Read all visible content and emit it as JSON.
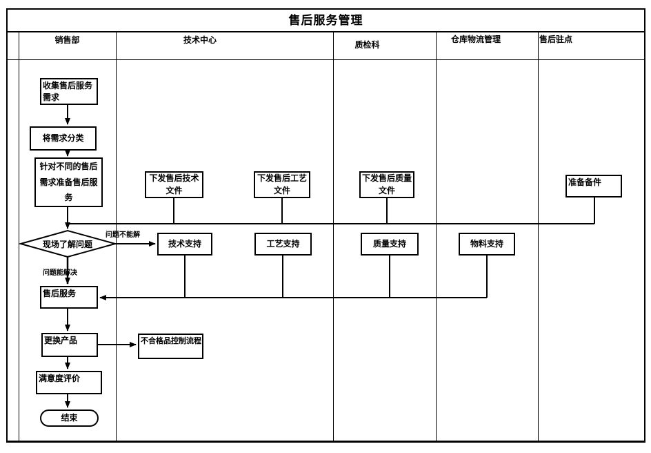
{
  "title": "售后服务管理",
  "lanes": [
    {
      "label": "销售部"
    },
    {
      "label": "技术中心"
    },
    {
      "label": "质检科"
    },
    {
      "label": "仓库物流管理"
    },
    {
      "label": "售后驻点"
    }
  ],
  "nodes": {
    "collect": "收集售后服务需求",
    "classify": "将需求分类",
    "prepare": "针对不同的售后需求准备售后服务",
    "issue_tech": "下发售后技术文件",
    "issue_process": "下发售后工艺文件",
    "issue_quality": "下发售后质量文件",
    "prepare_parts": "准备备件",
    "decision": "现场了解问题",
    "tech_support": "技术支持",
    "process_support": "工艺支持",
    "quality_support": "质量支持",
    "material_support": "物料支持",
    "service": "售后服务",
    "replace": "更换产品",
    "nonconforming": "不合格品控制流程",
    "satisfaction": "满意度评价",
    "end": "结束"
  },
  "edge_labels": {
    "cannot_solve": "问题不能解",
    "can_solve": "问题能解决"
  },
  "colors": {
    "line": "#000000",
    "background": "#ffffff"
  }
}
